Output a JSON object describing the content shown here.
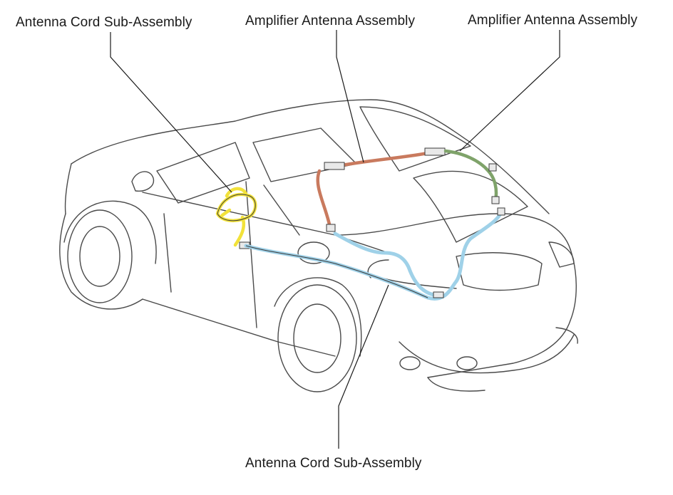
{
  "labels": {
    "antenna_cord_left": "Antenna Cord Sub-Assembly",
    "amplifier_center": "Amplifier Antenna Assembly",
    "amplifier_right": "Amplifier Antenna Assembly",
    "antenna_cord_bottom": "Antenna Cord Sub-Assembly"
  },
  "colors": {
    "yellow_harness": "#f2e23a",
    "red_harness": "#c97a5e",
    "green_harness": "#7fa36a",
    "blue_harness": "#9fd1e8",
    "car_outline": "#4a4a4a",
    "leader_line": "#1a1a1a"
  }
}
